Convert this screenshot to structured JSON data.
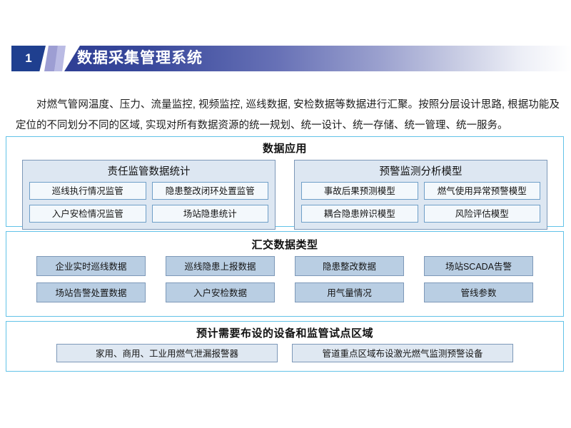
{
  "header": {
    "number": "1",
    "title": "数据采集管理系统"
  },
  "intro": {
    "paragraph": "对燃气管网温度、压力、流量监控, 视频监控, 巡线数据, 安检数据等数据进行汇聚。按照分层设计思路, 根据功能及定位的不同划分不同的区域, 实现对所有数据资源的统一规划、统一设计、统一存储、统一管理、统一服务。"
  },
  "colors": {
    "banner_start": "#2e3e94",
    "badge": "#1f3f8f",
    "section_border": "#62c2e8",
    "group_fill": "#dde7f2",
    "group_border": "#7d98b8",
    "chip_blue_fill": "#b9cee3",
    "chip_white_fill": "#f3f8fc",
    "chip_pale_fill": "#dfe8f2"
  },
  "sections": [
    {
      "id": "data-application",
      "title": "数据应用",
      "groups": [
        {
          "title": "责任监管数据统计",
          "items": [
            "巡线执行情况监管",
            "隐患整改闭环处置监管",
            "入户安检情况监管",
            "场站隐患统计"
          ]
        },
        {
          "title": "预警监测分析模型",
          "items": [
            "事故后果预测模型",
            "燃气使用异常预警模型",
            "耦合隐患辨识模型",
            "风险评估模型"
          ]
        }
      ]
    },
    {
      "id": "data-types",
      "title": "汇交数据类型",
      "items": [
        "企业实时巡线数据",
        "巡线隐患上报数据",
        "隐患整改数据",
        "场站SCADA告警",
        "场站告警处置数据",
        "入户安检数据",
        "用气量情况",
        "管线参数"
      ]
    },
    {
      "id": "pilot-devices",
      "title": "预计需要布设的设备和监管试点区域",
      "items": [
        "家用、商用、工业用燃气泄漏报警器",
        "管道重点区域布设激光燃气监测预警设备"
      ]
    }
  ]
}
